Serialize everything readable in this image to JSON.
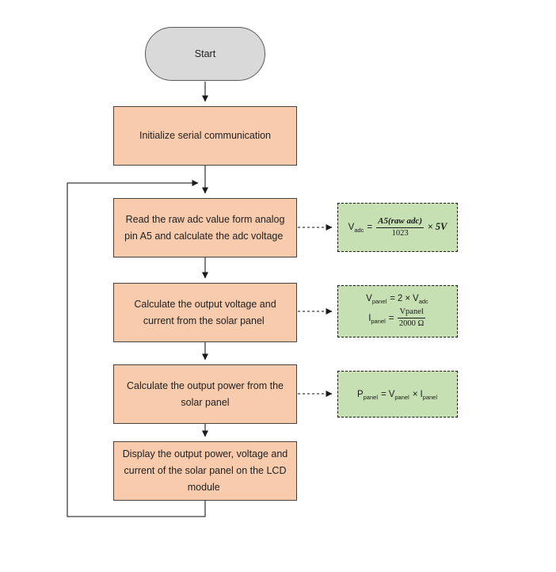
{
  "flowchart": {
    "start_label": "Start",
    "steps": [
      {
        "label": "Initialize serial communication"
      },
      {
        "label": "Read the raw adc value form analog pin A5 and calculate the adc voltage",
        "period": "."
      },
      {
        "label": "Calculate the output voltage and current from the solar panel",
        "period": "."
      },
      {
        "label": "Calculate the output power from the solar panel"
      },
      {
        "label": "Display the output power, voltage and current of the solar panel on the LCD module",
        "period": "."
      }
    ],
    "formulas": {
      "adc_voltage": {
        "lhs": "V",
        "lhs_sub": "adc",
        "eq": "=",
        "numerator": "A5(raw adc)",
        "denominator": "1023",
        "times": "×",
        "result": "5V"
      },
      "panel_voltage": {
        "lhs": "V",
        "lhs_sub": "panel",
        "eq": "=",
        "coefficient": "2",
        "times": "×",
        "rhs": "V",
        "rhs_sub": "adc"
      },
      "panel_current": {
        "lhs": "I",
        "lhs_sub": "panel",
        "eq": "=",
        "numerator": "Vpanel",
        "denominator": "2000 Ω"
      },
      "panel_power": {
        "lhs": "P",
        "lhs_sub": "panel",
        "eq": "=",
        "a": "V",
        "a_sub": "panel",
        "times": "×",
        "b": "I",
        "b_sub": "panel"
      }
    },
    "colors": {
      "step_fill": "#f8cbad",
      "step_border": "#46423d",
      "formula_fill": "#c6e0b4",
      "formula_border": "#1a1a1a",
      "start_fill": "#d9d9d9",
      "start_border": "#5a5a5a",
      "connector": "#3f3f3f",
      "background": "#ffffff"
    }
  }
}
